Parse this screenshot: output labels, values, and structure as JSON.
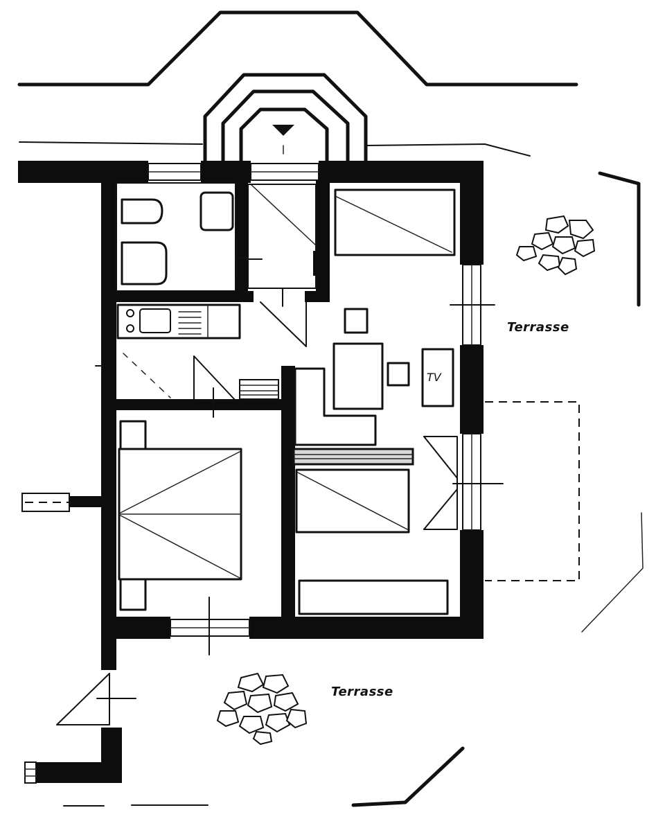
{
  "labels": {
    "terrace_east": "Terrasse",
    "terrace_south": "Terrasse",
    "tv": "TV"
  },
  "colors": {
    "ink": "#111111",
    "paper": "#ffffff"
  }
}
